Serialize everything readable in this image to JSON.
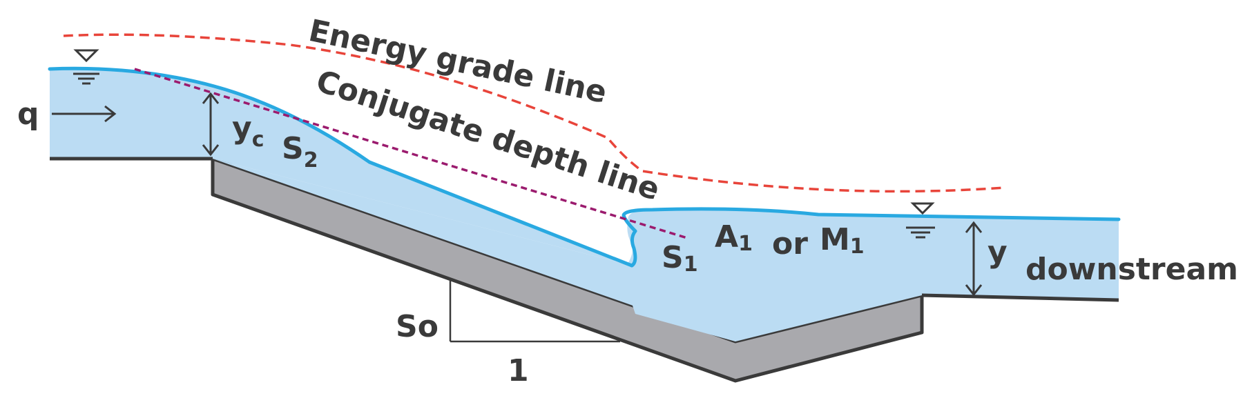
{
  "labels": {
    "energy_grade_line": "Energy grade line",
    "conjugate_depth_line": "Conjugate depth line",
    "discharge": "q",
    "critical_depth": "y",
    "critical_depth_sub": "c",
    "profile_s2": "S",
    "profile_s2_sub": "2",
    "profile_s1": "S",
    "profile_s1_sub": "1",
    "profile_a1": "A",
    "profile_a1_sub": "1",
    "or_text": "or",
    "profile_m1": "M",
    "profile_m1_sub": "1",
    "depth": "y",
    "downstream": "downstream",
    "slope": "So",
    "slope_run": "1"
  },
  "colors": {
    "water_fill": "#bbdcf3",
    "water_surface": "#29a9e1",
    "channel_bed": "#a9a9ad",
    "outline": "#3a3a3a",
    "energy_grade_line": "#e8443a",
    "conjugate_depth_line": "#9b1b6e"
  }
}
